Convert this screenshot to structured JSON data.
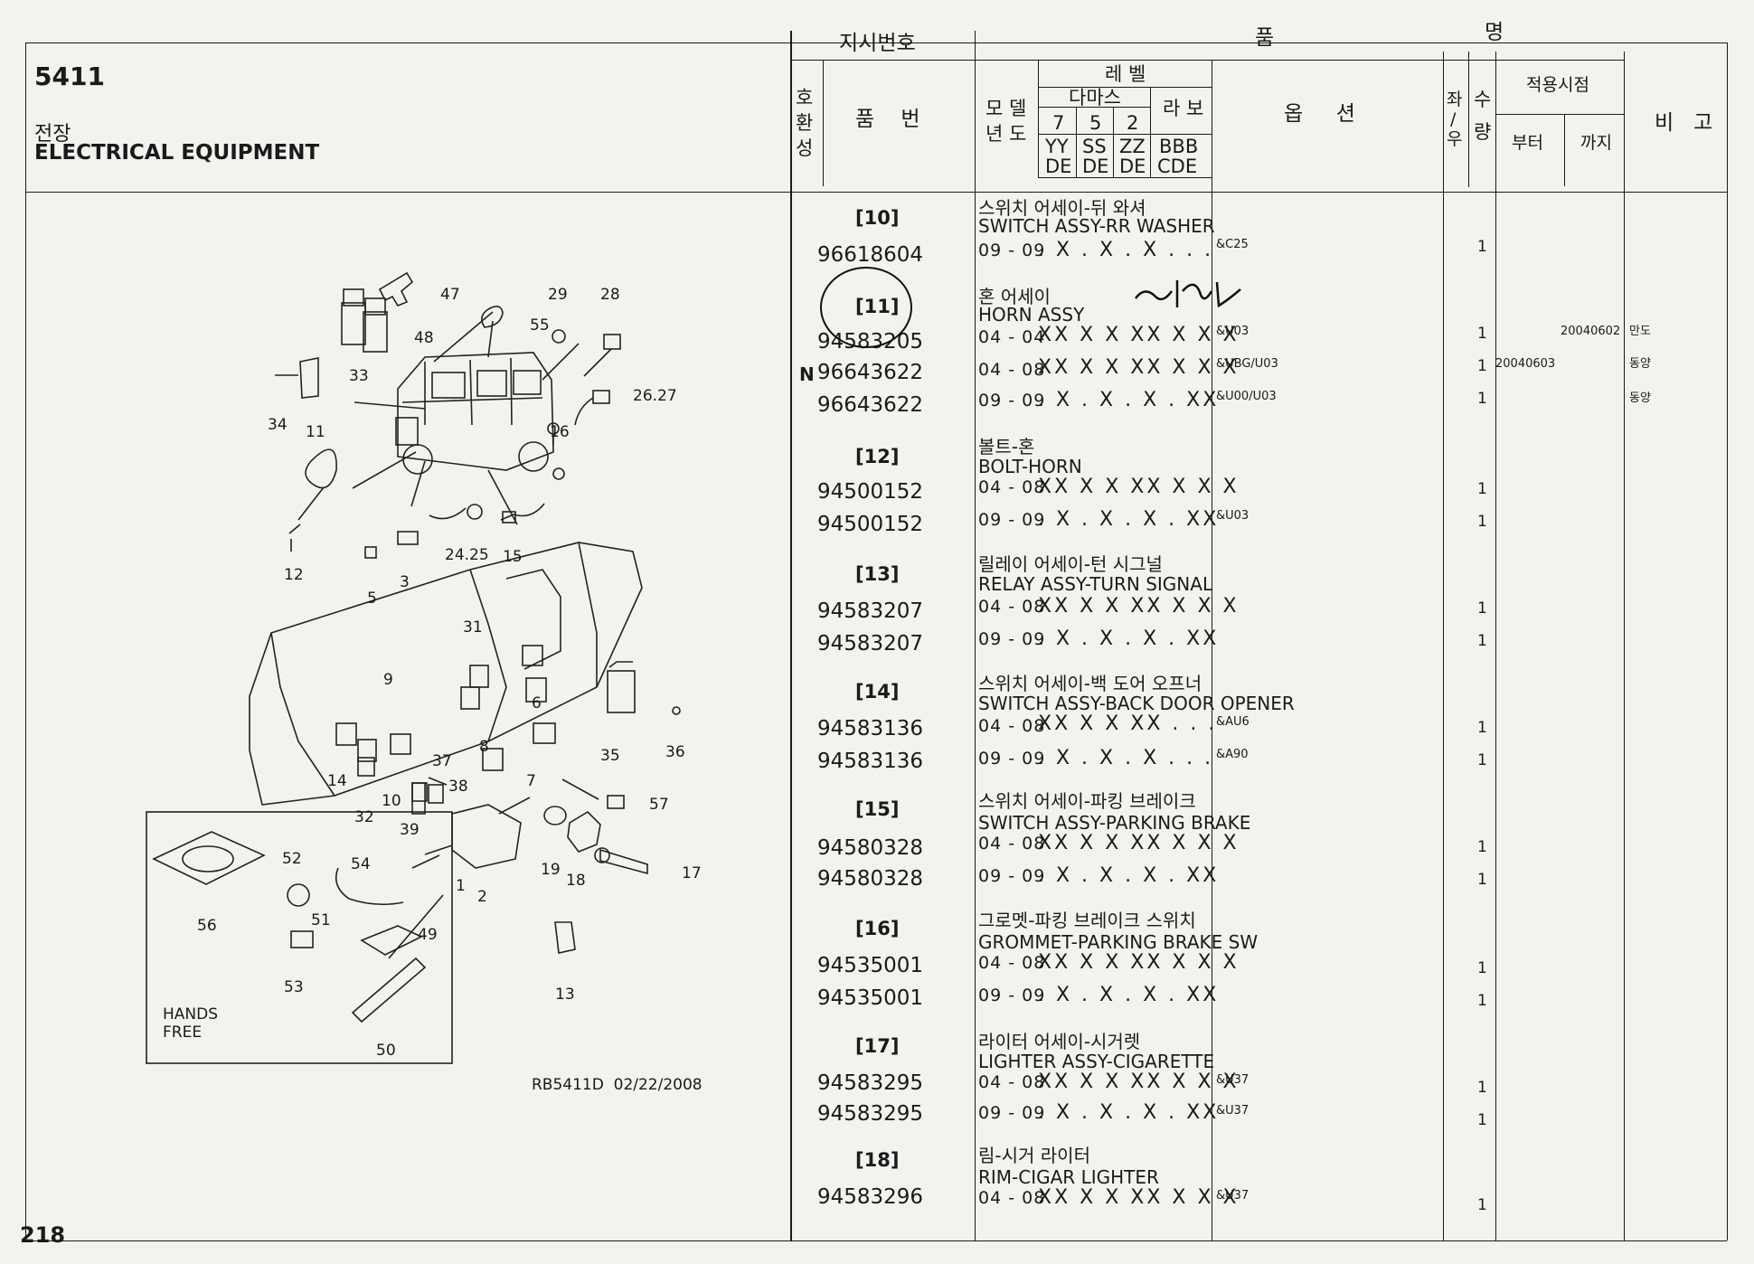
{
  "section": {
    "code": "5411",
    "title_ko": "전장",
    "title_en": "ELECTRICAL EQUIPMENT"
  },
  "page_number": "218",
  "diagram": {
    "reference": "RB5411D  02/22/2008",
    "hands_free_label_1": "HANDS",
    "hands_free_label_2": "FREE",
    "callouts": [
      "47",
      "29",
      "28",
      "55",
      "48",
      "33",
      "26.27",
      "34",
      "11",
      "16",
      "24.25",
      "15",
      "12",
      "5",
      "3",
      "31",
      "9",
      "6",
      "35",
      "36",
      "8",
      "37",
      "7",
      "14",
      "10",
      "32",
      "38",
      "39",
      "57",
      "1",
      "2",
      "19",
      "18",
      "17",
      "52",
      "54",
      "56",
      "51",
      "49",
      "53",
      "13",
      "50"
    ]
  },
  "headers": {
    "instruction_no": "지시번호",
    "interchange": [
      "호",
      "환",
      "성"
    ],
    "part_no": "품    번",
    "part_name": "품",
    "part_name_2": "명",
    "model_year_1": "모 델",
    "model_year_2": "년 도",
    "level": "레 벨",
    "damas": "다마스",
    "labo": "라 보",
    "level_cols": [
      "7",
      "5",
      "2"
    ],
    "level_codes_top": [
      "YY",
      "SS",
      "ZZ",
      "BBB"
    ],
    "level_codes_bottom": [
      "DE",
      "DE",
      "DE",
      "CDE"
    ],
    "option": "옵     션",
    "side": [
      "좌",
      "/",
      "우"
    ],
    "qty": [
      "수",
      "량"
    ],
    "apply_point": "적용시점",
    "from": "부터",
    "to": "까지",
    "remarks": "비   고"
  },
  "groups": [
    {
      "group": "[10]",
      "name_ko": "스위치 어세이-뒤 와셔",
      "name_en": "SWITCH ASSY-RR WASHER",
      "rows": [
        {
          "flag": "",
          "part": "96618604",
          "year": "09 - 09",
          "level": ". X . X . X . . .",
          "option": "&C25",
          "qty": "1",
          "from": "",
          "to": "",
          "remark": ""
        }
      ]
    },
    {
      "group": "[11]",
      "name_ko": "혼 어세이",
      "name_en": "HORN ASSY",
      "rows": [
        {
          "flag": "",
          "part": "94583205",
          "year": "04 - 04",
          "level": "XX X X XX X X X",
          "option": "&U03",
          "qty": "1",
          "from": "",
          "to": "20040602",
          "remark": "만도"
        },
        {
          "flag": "N",
          "part": "96643622",
          "year": "04 - 08",
          "level": "XX X X XX X X X",
          "option": "&UBG/U03",
          "qty": "1",
          "from": "20040603",
          "to": "",
          "remark": "동양"
        },
        {
          "flag": "",
          "part": "96643622",
          "year": "09 - 09",
          "level": ". X . X . X . XX",
          "option": "&U00/U03",
          "qty": "1",
          "from": "",
          "to": "",
          "remark": "동양"
        }
      ]
    },
    {
      "group": "[12]",
      "name_ko": "볼트-혼",
      "name_en": "BOLT-HORN",
      "rows": [
        {
          "flag": "",
          "part": "94500152",
          "year": "04 - 08",
          "level": "XX X X XX X X X",
          "option": "",
          "qty": "1",
          "from": "",
          "to": "",
          "remark": ""
        },
        {
          "flag": "",
          "part": "94500152",
          "year": "09 - 09",
          "level": ". X . X . X . XX",
          "option": "&U03",
          "qty": "1",
          "from": "",
          "to": "",
          "remark": ""
        }
      ]
    },
    {
      "group": "[13]",
      "name_ko": "릴레이 어세이-턴 시그널",
      "name_en": "RELAY ASSY-TURN SIGNAL",
      "rows": [
        {
          "flag": "",
          "part": "94583207",
          "year": "04 - 08",
          "level": "XX X X XX X X X",
          "option": "",
          "qty": "1",
          "from": "",
          "to": "",
          "remark": ""
        },
        {
          "flag": "",
          "part": "94583207",
          "year": "09 - 09",
          "level": ". X . X . X . XX",
          "option": "",
          "qty": "1",
          "from": "",
          "to": "",
          "remark": ""
        }
      ]
    },
    {
      "group": "[14]",
      "name_ko": "스위치 어세이-백 도어 오프너",
      "name_en": "SWITCH ASSY-BACK DOOR OPENER",
      "rows": [
        {
          "flag": "",
          "part": "94583136",
          "year": "04 - 08",
          "level": "XX X X XX . . .",
          "option": "&AU6",
          "qty": "1",
          "from": "",
          "to": "",
          "remark": ""
        },
        {
          "flag": "",
          "part": "94583136",
          "year": "09 - 09",
          "level": ". X . X . X . . .",
          "option": "&A90",
          "qty": "1",
          "from": "",
          "to": "",
          "remark": ""
        }
      ]
    },
    {
      "group": "[15]",
      "name_ko": "스위치 어세이-파킹 브레이크",
      "name_en": "SWITCH ASSY-PARKING BRAKE",
      "rows": [
        {
          "flag": "",
          "part": "94580328",
          "year": "04 - 08",
          "level": "XX X X XX X X X",
          "option": "",
          "qty": "1",
          "from": "",
          "to": "",
          "remark": ""
        },
        {
          "flag": "",
          "part": "94580328",
          "year": "09 - 09",
          "level": ". X . X . X . XX",
          "option": "",
          "qty": "1",
          "from": "",
          "to": "",
          "remark": ""
        }
      ]
    },
    {
      "group": "[16]",
      "name_ko": "그로멧-파킹 브레이크 스위치",
      "name_en": "GROMMET-PARKING BRAKE SW",
      "rows": [
        {
          "flag": "",
          "part": "94535001",
          "year": "04 - 08",
          "level": "XX X X XX X X X",
          "option": "",
          "qty": "1",
          "from": "",
          "to": "",
          "remark": ""
        },
        {
          "flag": "",
          "part": "94535001",
          "year": "09 - 09",
          "level": ". X . X . X . XX",
          "option": "",
          "qty": "1",
          "from": "",
          "to": "",
          "remark": ""
        }
      ]
    },
    {
      "group": "[17]",
      "name_ko": "라이터 어세이-시거렛",
      "name_en": "LIGHTER ASSY-CIGARETTE",
      "rows": [
        {
          "flag": "",
          "part": "94583295",
          "year": "04 - 08",
          "level": "XX X X XX X X X",
          "option": "&U37",
          "qty": "1",
          "from": "",
          "to": "",
          "remark": ""
        },
        {
          "flag": "",
          "part": "94583295",
          "year": "09 - 09",
          "level": ". X . X . X . XX",
          "option": "&U37",
          "qty": "1",
          "from": "",
          "to": "",
          "remark": ""
        }
      ]
    },
    {
      "group": "[18]",
      "name_ko": "림-시거 라이터",
      "name_en": "RIM-CIGAR LIGHTER",
      "rows": [
        {
          "flag": "",
          "part": "94583296",
          "year": "04 - 08",
          "level": "XX X X XX X X X",
          "option": "&U37",
          "qty": "1",
          "from": "",
          "to": "",
          "remark": ""
        }
      ]
    }
  ]
}
